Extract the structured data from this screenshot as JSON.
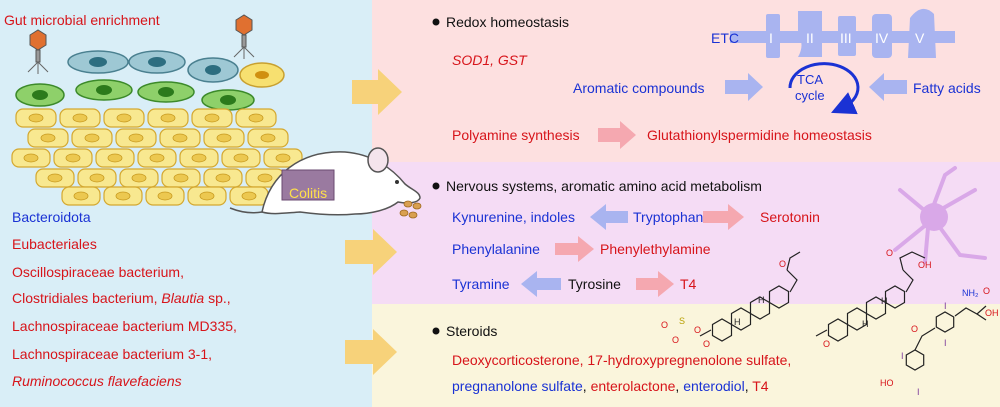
{
  "left": {
    "title": "Gut microbial enrichment",
    "colitis_label": "Colitis",
    "taxa": [
      {
        "text": "Bacteroidota",
        "color": "blue"
      },
      {
        "text": "Eubacteriales",
        "color": "red"
      },
      {
        "text": "Oscillospiraceae bacterium,",
        "color": "red"
      },
      {
        "text_a": "Clostridiales bacterium, ",
        "text_b": "Blautia",
        "text_c": " sp.,",
        "color": "red"
      },
      {
        "text": "Lachnospiraceae bacterium MD335,",
        "color": "red"
      },
      {
        "text": "Lachnospiraceae bacterium 3-1,",
        "color": "red"
      },
      {
        "text": "Ruminococcus flavefaciens",
        "color": "red",
        "italic": true
      }
    ]
  },
  "redox": {
    "heading": "Redox homeostasis",
    "genes": "SOD1, GST",
    "etc_label": "ETC",
    "complexes": [
      "I",
      "II",
      "III",
      "IV",
      "V"
    ],
    "tca_line1": "TCA",
    "tca_line2": "cycle",
    "aromatic": "Aromatic compounds",
    "fatty": "Fatty acids",
    "polyamine": "Polyamine synthesis",
    "glutathionyl": "Glutathionylspermidine homeostasis"
  },
  "nervous": {
    "heading": "Nervous systems, aromatic amino acid metabolism",
    "kynurenine": "Kynurenine, indoles",
    "tryptophan": "Tryptophan",
    "serotonin": "Serotonin",
    "phenylalanine": "Phenylalanine",
    "phenylethylamine": "Phenylethylamine",
    "tyramine": "Tyramine",
    "tyrosine": "Tyrosine",
    "t4": "T4"
  },
  "steroids": {
    "heading": "Steroids",
    "line1": "Deoxycorticosterone, 17-hydroxypregnenolone sulfate,",
    "line2_a": "pregnanolone sulfate",
    "line2_b": ", ",
    "line2_c": "enterolactone",
    "line2_d": ", ",
    "line2_e": "enterodiol",
    "line2_f": ", ",
    "line2_g": "T4"
  },
  "chem_labels": {
    "o": "O",
    "h": "H",
    "oh": "OH",
    "nh2": "NH₂",
    "ho": "HO",
    "i": "I",
    "s": "S"
  },
  "colors": {
    "left_bg": "#d9eef7",
    "redox_bg": "#fde0e0",
    "nervous_bg": "#f5dcf5",
    "steroid_bg": "#faf5dc",
    "big_arrow": "#f7d27a",
    "blue_arrow": "#a9b4f0",
    "pink_arrow": "#f5a8b0",
    "red_text": "#d7141a",
    "blue_text": "#1a32d4"
  }
}
